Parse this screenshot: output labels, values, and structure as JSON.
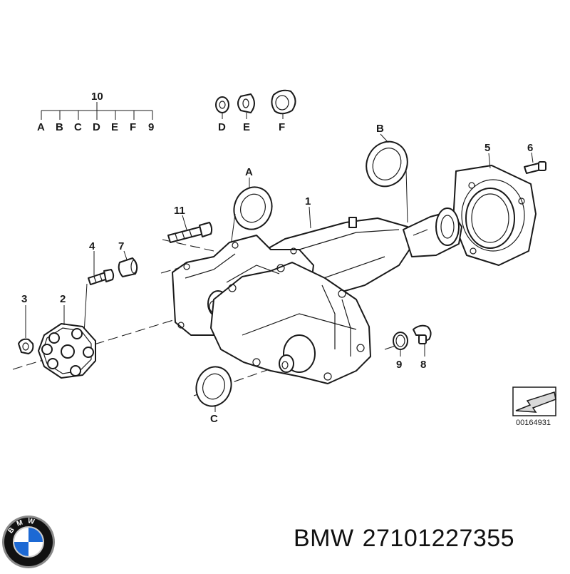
{
  "diagram": {
    "callouts": [
      {
        "id": "10",
        "text": "10"
      },
      {
        "id": "A_top",
        "text": "A"
      },
      {
        "id": "B_top",
        "text": "B"
      },
      {
        "id": "C_top",
        "text": "C"
      },
      {
        "id": "D_top",
        "text": "D"
      },
      {
        "id": "E_top",
        "text": "E"
      },
      {
        "id": "F_top",
        "text": "F"
      },
      {
        "id": "9_top",
        "text": "9"
      },
      {
        "id": "D",
        "text": "D"
      },
      {
        "id": "E",
        "text": "E"
      },
      {
        "id": "F",
        "text": "F"
      },
      {
        "id": "B",
        "text": "B"
      },
      {
        "id": "5",
        "text": "5"
      },
      {
        "id": "6",
        "text": "6"
      },
      {
        "id": "A",
        "text": "A"
      },
      {
        "id": "1",
        "text": "1"
      },
      {
        "id": "11",
        "text": "11"
      },
      {
        "id": "4",
        "text": "4"
      },
      {
        "id": "7",
        "text": "7"
      },
      {
        "id": "3",
        "text": "3"
      },
      {
        "id": "2",
        "text": "2"
      },
      {
        "id": "9",
        "text": "9"
      },
      {
        "id": "8",
        "text": "8"
      },
      {
        "id": "C",
        "text": "C"
      }
    ],
    "reference_number": "00164931"
  },
  "brand": {
    "name": "BMW",
    "part_number": "27101227355",
    "logo_letters": "BMW"
  },
  "colors": {
    "ink": "#1a1a1a",
    "bmw_blue": "#1c69d4",
    "bmw_ring": "#111111"
  }
}
